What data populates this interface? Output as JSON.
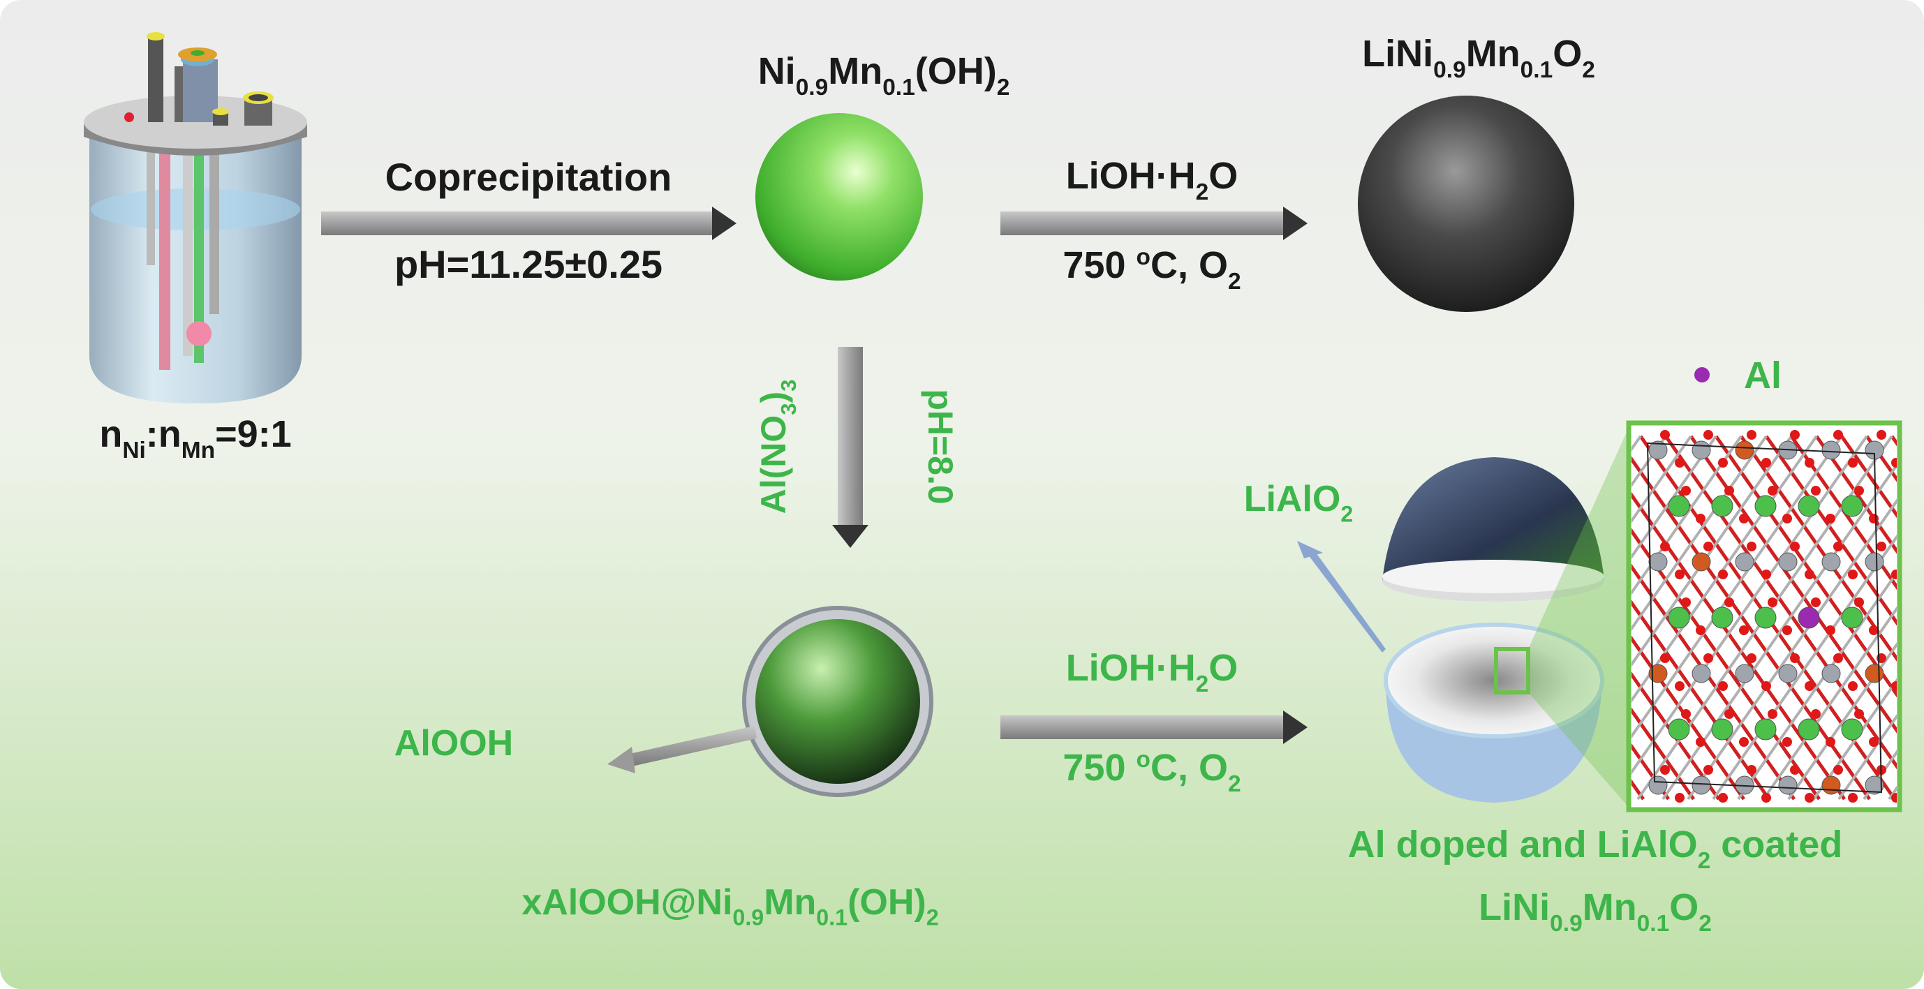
{
  "colors": {
    "green_text": "#3db54a",
    "dark_text": "#1a1a1a",
    "arrow": "#9a9a9a",
    "bg_top": "#ececec",
    "bg_bottom": "#bfe0a8"
  },
  "labels": {
    "ratio": [
      [
        "n",
        ""
      ],
      [
        "Ni",
        "sub"
      ],
      [
        ":n",
        ""
      ],
      [
        "Mn",
        "sub"
      ],
      [
        "=9:1",
        ""
      ]
    ],
    "coprecipitation": "Coprecipitation",
    "ph_main": "pH=11.25±0.25",
    "hydroxide": [
      [
        "Ni",
        ""
      ],
      [
        "0.9",
        "sub"
      ],
      [
        "Mn",
        ""
      ],
      [
        "0.1",
        "sub"
      ],
      [
        "(OH)",
        ""
      ],
      [
        "2",
        "sub"
      ]
    ],
    "oxide": [
      [
        "LiNi",
        ""
      ],
      [
        "0.9",
        "sub"
      ],
      [
        "Mn",
        ""
      ],
      [
        "0.1",
        "sub"
      ],
      [
        "O",
        ""
      ],
      [
        "2",
        "sub"
      ]
    ],
    "lioh_top": [
      [
        "LiOH·H",
        ""
      ],
      [
        "2",
        "sub"
      ],
      [
        "O",
        ""
      ]
    ],
    "cond_top": [
      [
        "750 ",
        ""
      ],
      [
        "o",
        "sup"
      ],
      [
        "C, O",
        ""
      ],
      [
        "2",
        "sub"
      ]
    ],
    "al_nitrate": [
      [
        "Al(NO",
        ""
      ],
      [
        "3",
        "sub"
      ],
      [
        ")",
        ""
      ],
      [
        "3",
        "sub"
      ]
    ],
    "ph_al": "pH=8.0",
    "alooh": "AlOOH",
    "coated_precursor": [
      [
        "xAlOOH@Ni",
        ""
      ],
      [
        "0.9",
        "sub"
      ],
      [
        "Mn",
        ""
      ],
      [
        "0.1",
        "sub"
      ],
      [
        "(OH)",
        ""
      ],
      [
        "2",
        "sub"
      ]
    ],
    "lioh_bottom": [
      [
        "LiOH·H",
        ""
      ],
      [
        "2",
        "sub"
      ],
      [
        "O",
        ""
      ]
    ],
    "cond_bottom": [
      [
        "750 ",
        ""
      ],
      [
        "o",
        "sup"
      ],
      [
        "C, O",
        ""
      ],
      [
        "2",
        "sub"
      ]
    ],
    "lialo2": [
      [
        "LiAlO",
        ""
      ],
      [
        "2",
        "sub"
      ]
    ],
    "final_line1": [
      [
        "Al doped and LiAlO",
        ""
      ],
      [
        "2",
        "sub"
      ],
      [
        " coated",
        ""
      ]
    ],
    "final_line2": [
      [
        "LiNi",
        ""
      ],
      [
        "0.9",
        "sub"
      ],
      [
        "Mn",
        ""
      ],
      [
        "0.1",
        "sub"
      ],
      [
        "O",
        ""
      ],
      [
        "2",
        "sub"
      ]
    ],
    "legend_al": "Al"
  }
}
